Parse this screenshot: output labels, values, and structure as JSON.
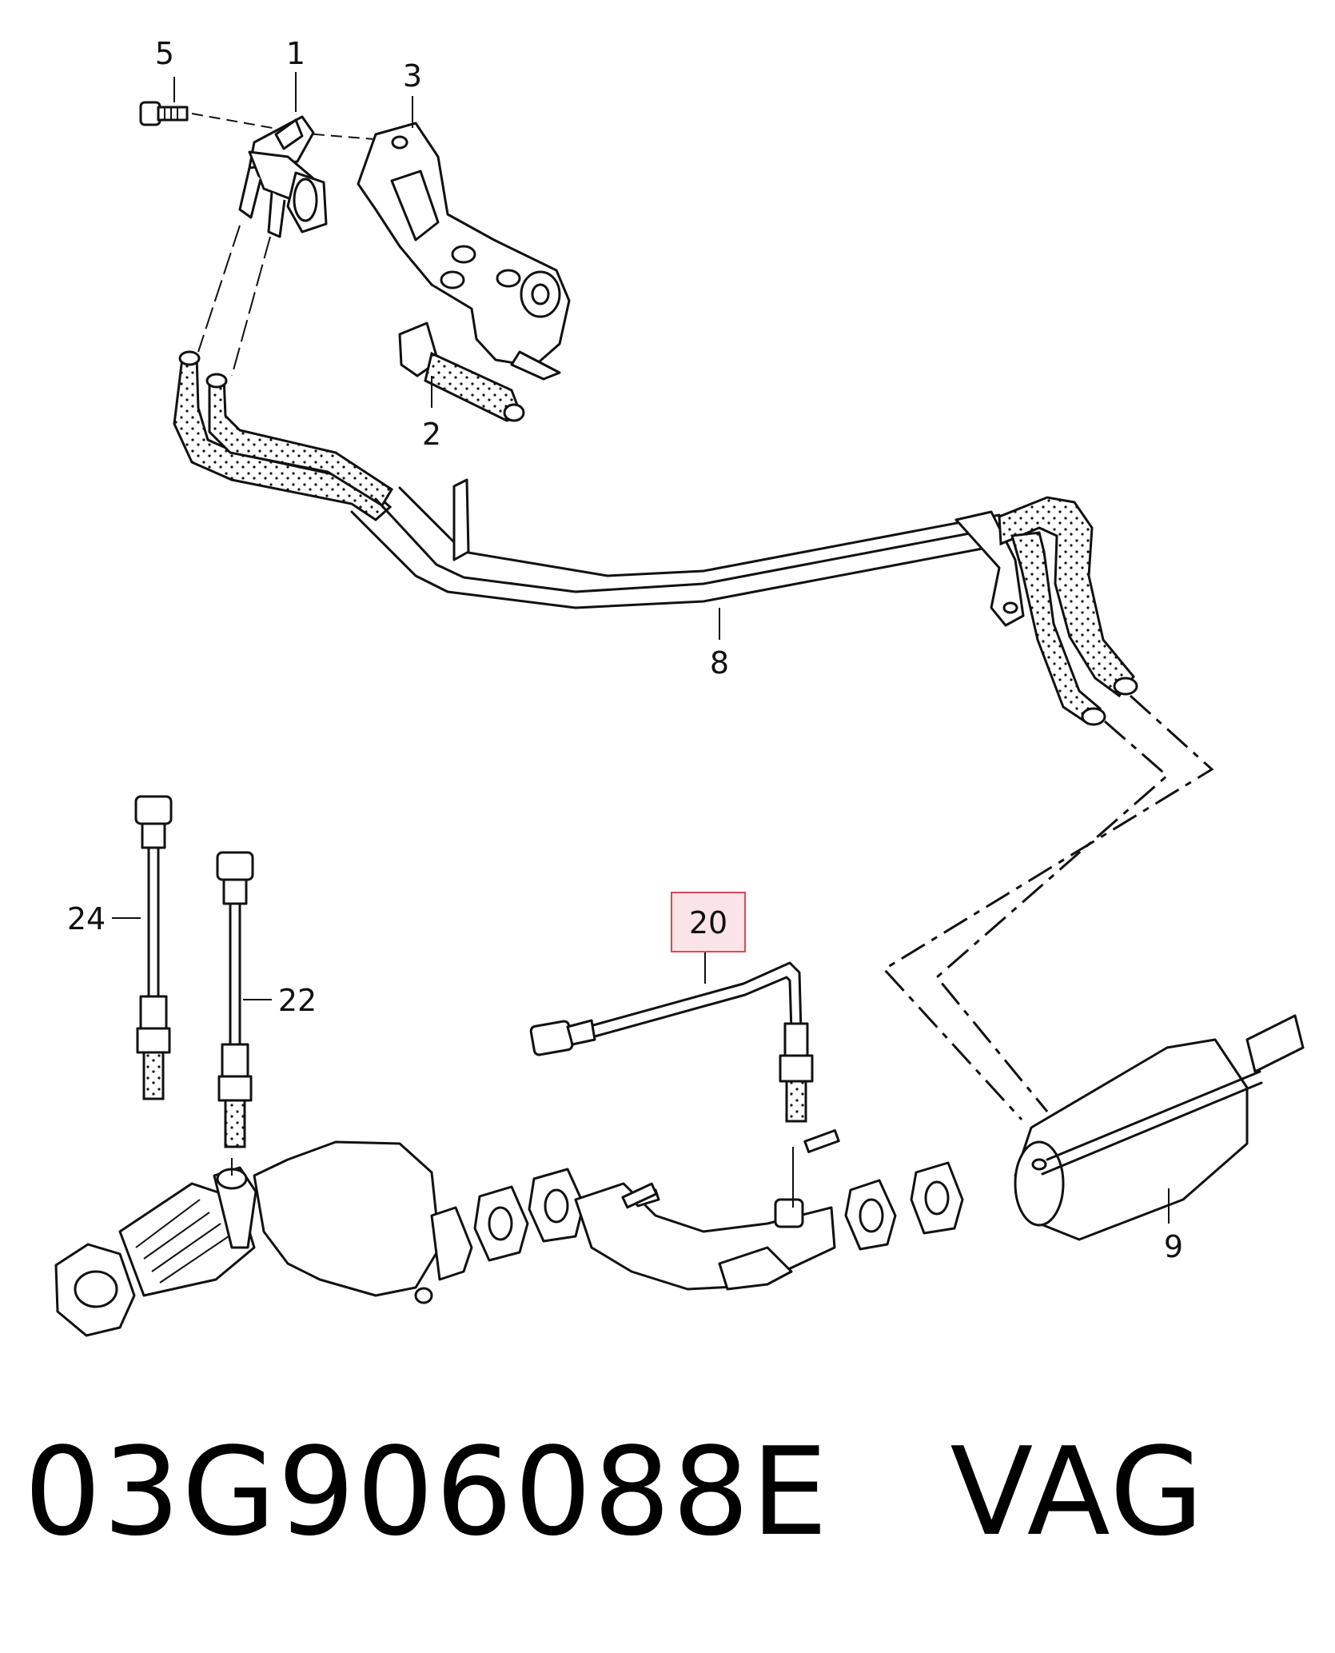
{
  "callouts": {
    "c1": "1",
    "c2": "2",
    "c3": "3",
    "c5": "5",
    "c8": "8",
    "c9": "9",
    "c20": "20",
    "c22": "22",
    "c24": "24"
  },
  "highlight": {
    "color": "#d94a5a",
    "fill": "#fbe4e7",
    "target": "20"
  },
  "part_number": {
    "text": "03G906088E   VAG"
  }
}
